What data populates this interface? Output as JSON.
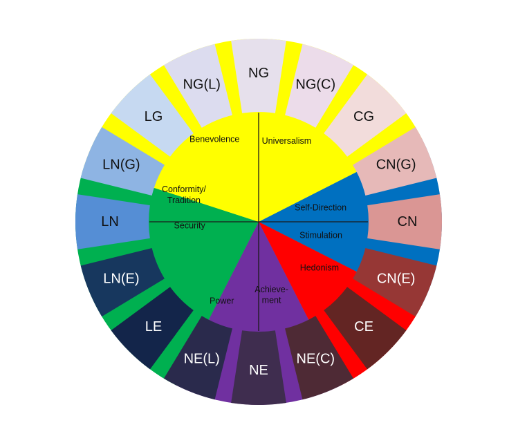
{
  "segments": [
    {
      "label": "CN",
      "color": "#da9694",
      "text": "dark"
    },
    {
      "label": "CN(E)",
      "color": "#963735",
      "text": "light"
    },
    {
      "label": "CE",
      "color": "#632523",
      "text": "light"
    },
    {
      "label": "NE(C)",
      "color": "#4e2a35",
      "text": "light"
    },
    {
      "label": "NE",
      "color": "#3f2d4f",
      "text": "light"
    },
    {
      "label": "NE(L)",
      "color": "#2a2a4c",
      "text": "light"
    },
    {
      "label": "LE",
      "color": "#13254a",
      "text": "light"
    },
    {
      "label": "LN(E)",
      "color": "#17375e",
      "text": "light"
    },
    {
      "label": "LN",
      "color": "#558ed5",
      "text": "dark"
    },
    {
      "label": "LN(G)",
      "color": "#8eb4e3",
      "text": "dark"
    },
    {
      "label": "LG",
      "color": "#c6d9f1",
      "text": "dark"
    },
    {
      "label": "NG(L)",
      "color": "#dcdcef",
      "text": "dark"
    },
    {
      "label": "NG",
      "color": "#e6e0ec",
      "text": "dark"
    },
    {
      "label": "NG(C)",
      "color": "#ecdcea",
      "text": "dark"
    },
    {
      "label": "CG",
      "color": "#f2dcdb",
      "text": "dark"
    },
    {
      "label": "CN(G)",
      "color": "#e6b9b8",
      "text": "dark"
    }
  ],
  "value_groups": [
    {
      "color": "#0070c0",
      "values": [
        "Self-Direction",
        "Stimulation"
      ]
    },
    {
      "color": "#ff0000",
      "values": [
        "Hedonism"
      ]
    },
    {
      "color": "#7030a0",
      "values": [
        "Achieve-\nment",
        "Power"
      ]
    },
    {
      "color": "#00b050",
      "values": [
        "Security",
        "Conformity/\nTradition"
      ]
    },
    {
      "color": "#ffff00",
      "values": [
        "Benevolence",
        "Universalism"
      ]
    }
  ]
}
